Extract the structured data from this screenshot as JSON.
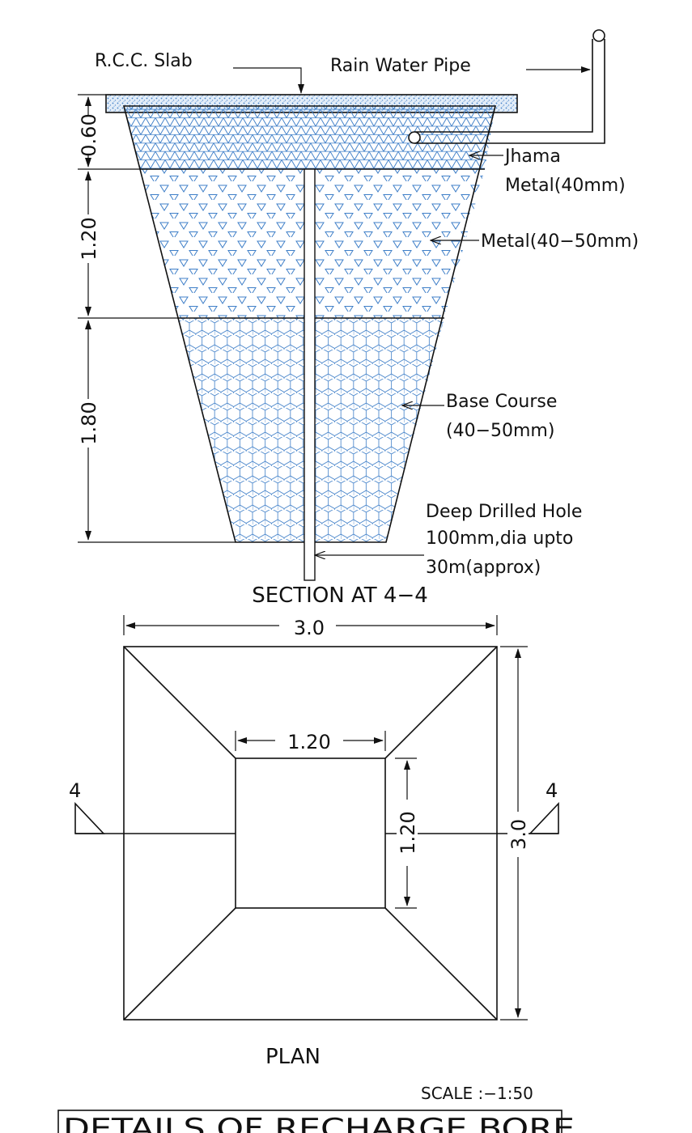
{
  "section": {
    "title": "SECTION AT 4−4",
    "labels": {
      "slab": "R.C.C. Slab",
      "pipe": "Rain Water Pipe",
      "jhama_1": "Jhama",
      "jhama_2": "Metal(40mm)",
      "metal": "Metal(40−50mm)",
      "base_1": "Base Course",
      "base_2": "(40−50mm)",
      "hole_1": "Deep Drilled Hole",
      "hole_2": "100mm,dia upto",
      "hole_3": "30m(approx)"
    },
    "depths": [
      "0.60",
      "1.20",
      "1.80"
    ]
  },
  "plan": {
    "title": "PLAN",
    "outer_width": "3.0",
    "outer_height": "3.0",
    "inner_width": "1.20",
    "inner_height": "1.20",
    "section_mark_left": "4",
    "section_mark_right": "4"
  },
  "scale": "SCALE :−1:50",
  "footer_title": "DETAILS OF RECHARGE BORE",
  "colors": {
    "line": "#111111",
    "fill_pattern": "#3f7fc8",
    "slab_fill": "#7aa6d6"
  }
}
